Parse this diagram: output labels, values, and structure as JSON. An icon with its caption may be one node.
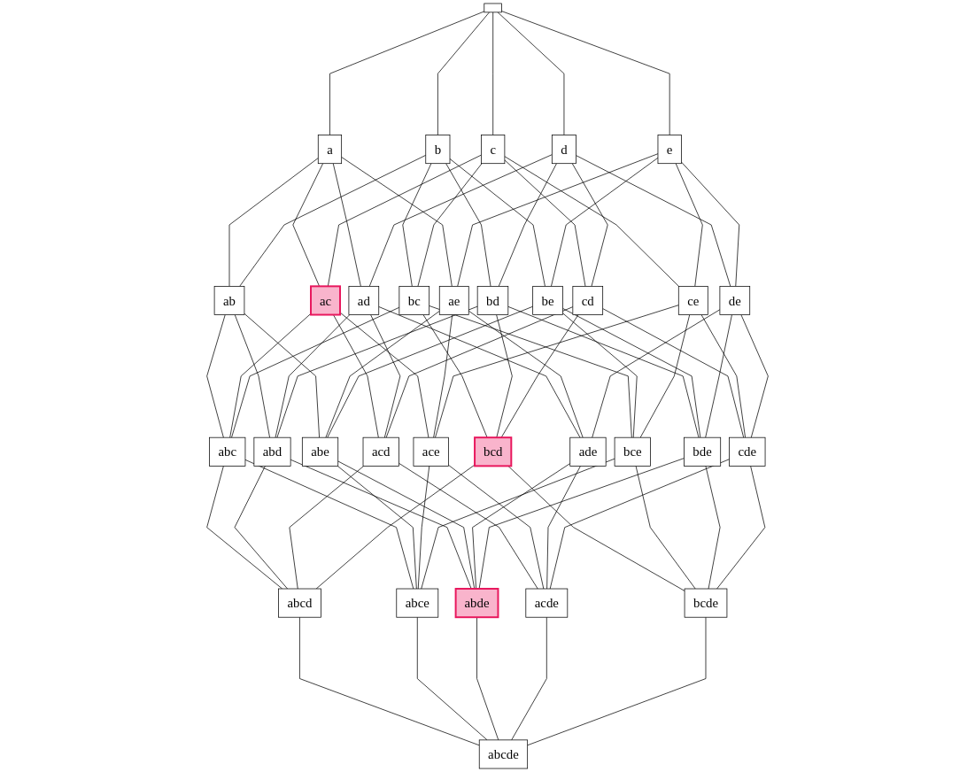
{
  "diagram": {
    "nodes": [
      {
        "text": [],
        "shape": "box"
      },
      {
        "text": [
          "a"
        ]
      },
      {
        "text": [
          "b"
        ]
      },
      {
        "text": [
          "c"
        ]
      },
      {
        "text": [
          "d"
        ]
      },
      {
        "text": [
          "e"
        ]
      },
      {
        "text": [
          "ab"
        ]
      },
      {
        "text": [
          "ac"
        ]
      },
      {
        "text": [
          "ad"
        ]
      },
      {
        "text": [
          "ae"
        ]
      },
      {
        "text": [
          "bc"
        ]
      },
      {
        "text": [
          "bd"
        ]
      },
      {
        "text": [
          "be"
        ]
      },
      {
        "text": [
          "cd"
        ]
      },
      {
        "text": [
          "ce"
        ]
      },
      {
        "text": [
          "de"
        ]
      },
      {
        "text": [
          "abc"
        ]
      },
      {
        "text": [
          "abd"
        ]
      },
      {
        "text": [
          "abe"
        ]
      },
      {
        "text": [
          "acd"
        ]
      },
      {
        "text": [
          "ace"
        ]
      },
      {
        "text": [
          "ade"
        ]
      },
      {
        "text": [
          "bcd"
        ]
      },
      {
        "text": [
          "bce"
        ]
      },
      {
        "text": [
          "bde"
        ]
      },
      {
        "text": [
          "cde"
        ]
      },
      {
        "text": [
          "abcd"
        ]
      },
      {
        "text": [
          "abce"
        ]
      },
      {
        "text": [
          "abde"
        ]
      },
      {
        "text": [
          "acde"
        ]
      },
      {
        "text": [
          "bcde"
        ]
      },
      {
        "text": [
          "abcde"
        ]
      }
    ],
    "edges": [
      {
        "from": 0,
        "to": 1,
        "arrow": "none"
      },
      {
        "from": 0,
        "to": 2,
        "arrow": "none"
      },
      {
        "from": 0,
        "to": 3,
        "arrow": "none"
      },
      {
        "from": 0,
        "to": 4,
        "arrow": "none"
      },
      {
        "from": 0,
        "to": 5,
        "arrow": "none"
      },
      {
        "from": 1,
        "to": 6,
        "arrow": "none"
      },
      {
        "from": 1,
        "to": 7,
        "arrow": "none"
      },
      {
        "from": 1,
        "to": 8,
        "arrow": "none"
      },
      {
        "from": 1,
        "to": 9,
        "arrow": "none"
      },
      {
        "from": 2,
        "to": 6,
        "arrow": "none"
      },
      {
        "from": 2,
        "to": 10,
        "arrow": "none"
      },
      {
        "from": 2,
        "to": 11,
        "arrow": "none"
      },
      {
        "from": 2,
        "to": 12,
        "arrow": "none"
      },
      {
        "from": 3,
        "to": 7,
        "arrow": "none"
      },
      {
        "from": 3,
        "to": 10,
        "arrow": "none"
      },
      {
        "from": 3,
        "to": 13,
        "arrow": "none"
      },
      {
        "from": 3,
        "to": 14,
        "arrow": "none"
      },
      {
        "from": 4,
        "to": 8,
        "arrow": "none"
      },
      {
        "from": 4,
        "to": 11,
        "arrow": "none"
      },
      {
        "from": 4,
        "to": 13,
        "arrow": "none"
      },
      {
        "from": 4,
        "to": 15,
        "arrow": "none"
      },
      {
        "from": 5,
        "to": 9,
        "arrow": "none"
      },
      {
        "from": 5,
        "to": 12,
        "arrow": "none"
      },
      {
        "from": 5,
        "to": 14,
        "arrow": "none"
      },
      {
        "from": 5,
        "to": 15,
        "arrow": "none"
      },
      {
        "from": 6,
        "to": 16,
        "arrow": "none"
      },
      {
        "from": 6,
        "to": 17,
        "arrow": "none"
      },
      {
        "from": 6,
        "to": 18,
        "arrow": "none"
      },
      {
        "from": 7,
        "to": 16,
        "arrow": "none"
      },
      {
        "from": 7,
        "to": 19,
        "arrow": "none"
      },
      {
        "from": 7,
        "to": 20,
        "arrow": "none"
      },
      {
        "from": 8,
        "to": 17,
        "arrow": "none"
      },
      {
        "from": 8,
        "to": 19,
        "arrow": "none"
      },
      {
        "from": 8,
        "to": 21,
        "arrow": "none"
      },
      {
        "from": 9,
        "to": 18,
        "arrow": "none"
      },
      {
        "from": 9,
        "to": 20,
        "arrow": "none"
      },
      {
        "from": 9,
        "to": 21,
        "arrow": "none"
      },
      {
        "from": 10,
        "to": 16,
        "arrow": "none"
      },
      {
        "from": 10,
        "to": 22,
        "arrow": "none"
      },
      {
        "from": 10,
        "to": 23,
        "arrow": "none"
      },
      {
        "from": 11,
        "to": 17,
        "arrow": "none"
      },
      {
        "from": 11,
        "to": 22,
        "arrow": "none"
      },
      {
        "from": 11,
        "to": 24,
        "arrow": "none"
      },
      {
        "from": 12,
        "to": 18,
        "arrow": "none"
      },
      {
        "from": 12,
        "to": 23,
        "arrow": "none"
      },
      {
        "from": 12,
        "to": 24,
        "arrow": "none"
      },
      {
        "from": 13,
        "to": 19,
        "arrow": "none"
      },
      {
        "from": 13,
        "to": 22,
        "arrow": "none"
      },
      {
        "from": 13,
        "to": 25,
        "arrow": "none"
      },
      {
        "from": 14,
        "to": 20,
        "arrow": "none"
      },
      {
        "from": 14,
        "to": 23,
        "arrow": "none"
      },
      {
        "from": 14,
        "to": 25,
        "arrow": "none"
      },
      {
        "from": 15,
        "to": 21,
        "arrow": "none"
      },
      {
        "from": 15,
        "to": 24,
        "arrow": "none"
      },
      {
        "from": 15,
        "to": 25,
        "arrow": "none"
      },
      {
        "from": 16,
        "to": 26,
        "arrow": "none"
      },
      {
        "from": 16,
        "to": 27,
        "arrow": "none"
      },
      {
        "from": 17,
        "to": 26,
        "arrow": "none"
      },
      {
        "from": 17,
        "to": 28,
        "arrow": "none"
      },
      {
        "from": 18,
        "to": 27,
        "arrow": "none"
      },
      {
        "from": 18,
        "to": 28,
        "arrow": "none"
      },
      {
        "from": 19,
        "to": 26,
        "arrow": "none"
      },
      {
        "from": 19,
        "to": 29,
        "arrow": "none"
      },
      {
        "from": 20,
        "to": 27,
        "arrow": "none"
      },
      {
        "from": 20,
        "to": 29,
        "arrow": "none"
      },
      {
        "from": 21,
        "to": 28,
        "arrow": "none"
      },
      {
        "from": 21,
        "to": 29,
        "arrow": "none"
      },
      {
        "from": 22,
        "to": 26,
        "arrow": "none"
      },
      {
        "from": 22,
        "to": 30,
        "arrow": "none"
      },
      {
        "from": 23,
        "to": 27,
        "arrow": "none"
      },
      {
        "from": 23,
        "to": 30,
        "arrow": "none"
      },
      {
        "from": 24,
        "to": 28,
        "arrow": "none"
      },
      {
        "from": 24,
        "to": 30,
        "arrow": "none"
      },
      {
        "from": 25,
        "to": 29,
        "arrow": "none"
      },
      {
        "from": 25,
        "to": 30,
        "arrow": "none"
      },
      {
        "from": 26,
        "to": 31,
        "arrow": "none"
      },
      {
        "from": 27,
        "to": 31,
        "arrow": "none"
      },
      {
        "from": 28,
        "to": 31,
        "arrow": "none"
      },
      {
        "from": 29,
        "to": 31,
        "arrow": "none"
      },
      {
        "from": 30,
        "to": 31,
        "arrow": "none"
      }
    ]
  }
}
